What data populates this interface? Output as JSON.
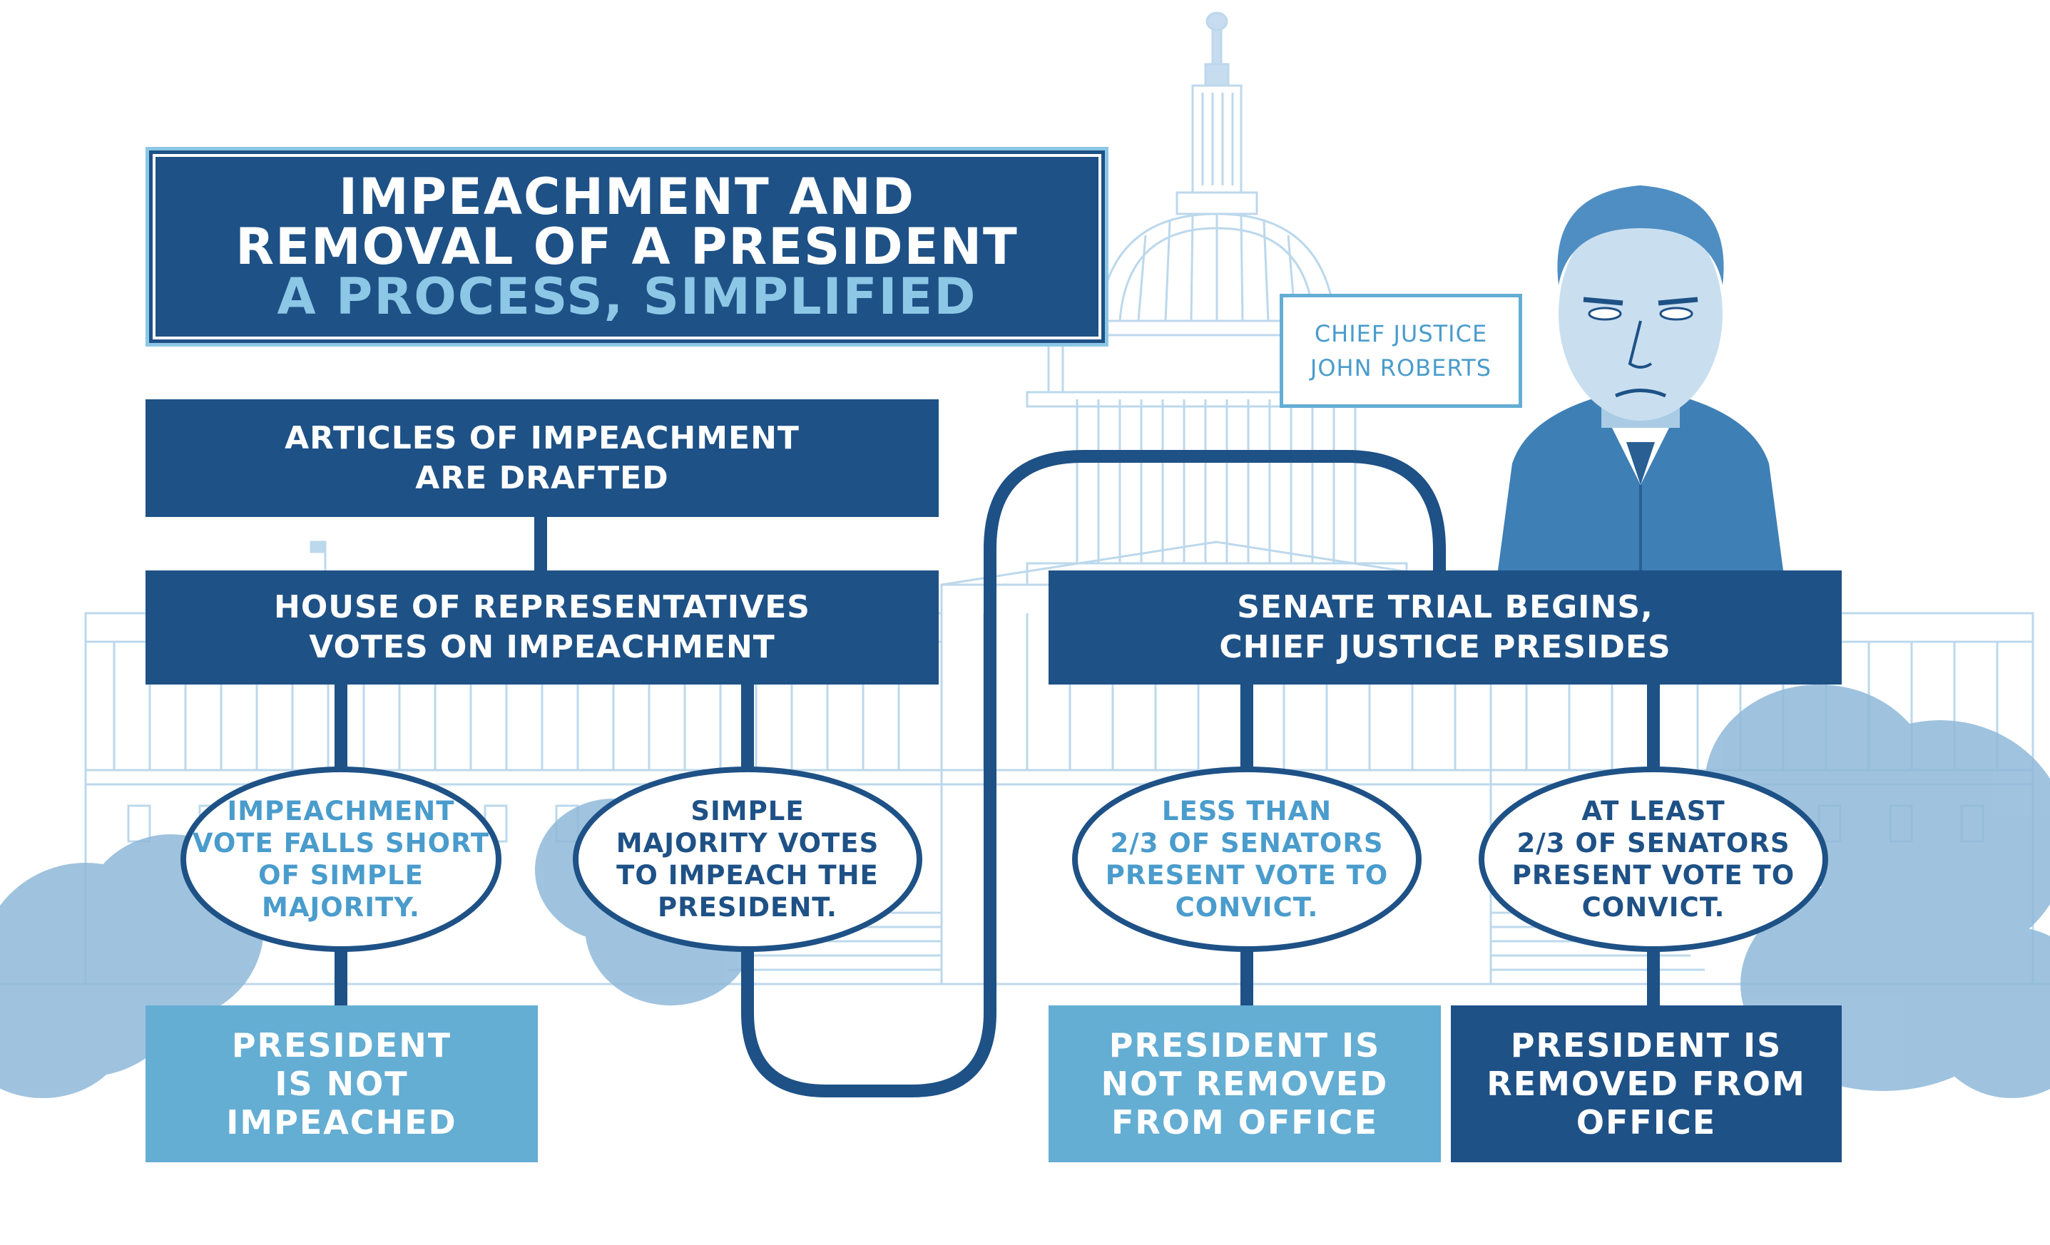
{
  "title": {
    "line1": "IMPEACHMENT AND",
    "line2": "REMOVAL OF A PRESIDENT",
    "line3": "A PROCESS, SIMPLIFIED"
  },
  "steps": {
    "articles": [
      "ARTICLES OF IMPEACHMENT",
      "ARE DRAFTED"
    ],
    "house_vote": [
      "HOUSE OF REPRESENTATIVES",
      "VOTES ON IMPEACHMENT"
    ],
    "senate_trial": [
      "SENATE TRIAL BEGINS,",
      "CHIEF JUSTICE PRESIDES"
    ]
  },
  "conditions": {
    "falls_short": [
      "IMPEACHMENT",
      "VOTE FALLS SHORT",
      "OF SIMPLE",
      "MAJORITY."
    ],
    "simple_majority": [
      "SIMPLE",
      "MAJORITY VOTES",
      "TO IMPEACH THE",
      "PRESIDENT."
    ],
    "less_than_two_thirds": [
      "LESS THAN",
      "2/3 OF SENATORS",
      "PRESENT VOTE TO",
      "CONVICT."
    ],
    "at_least_two_thirds": [
      "AT LEAST",
      "2/3 OF SENATORS",
      "PRESENT VOTE TO",
      "CONVICT."
    ]
  },
  "outcomes": {
    "not_impeached": [
      "PRESIDENT",
      "IS NOT",
      "IMPEACHED"
    ],
    "not_removed": [
      "PRESIDENT IS",
      "NOT REMOVED",
      "FROM OFFICE"
    ],
    "removed": [
      "PRESIDENT IS",
      "REMOVED FROM",
      "OFFICE"
    ]
  },
  "portrait_label": [
    "CHIEF JUSTICE",
    "JOHN ROBERTS"
  ],
  "colors": {
    "dark_blue": "#1e5186",
    "light_blue": "#64add3",
    "pale_blue": "#8cc7e6",
    "line_art": "#bcd8ec",
    "foliage": "#8fb9d9"
  }
}
